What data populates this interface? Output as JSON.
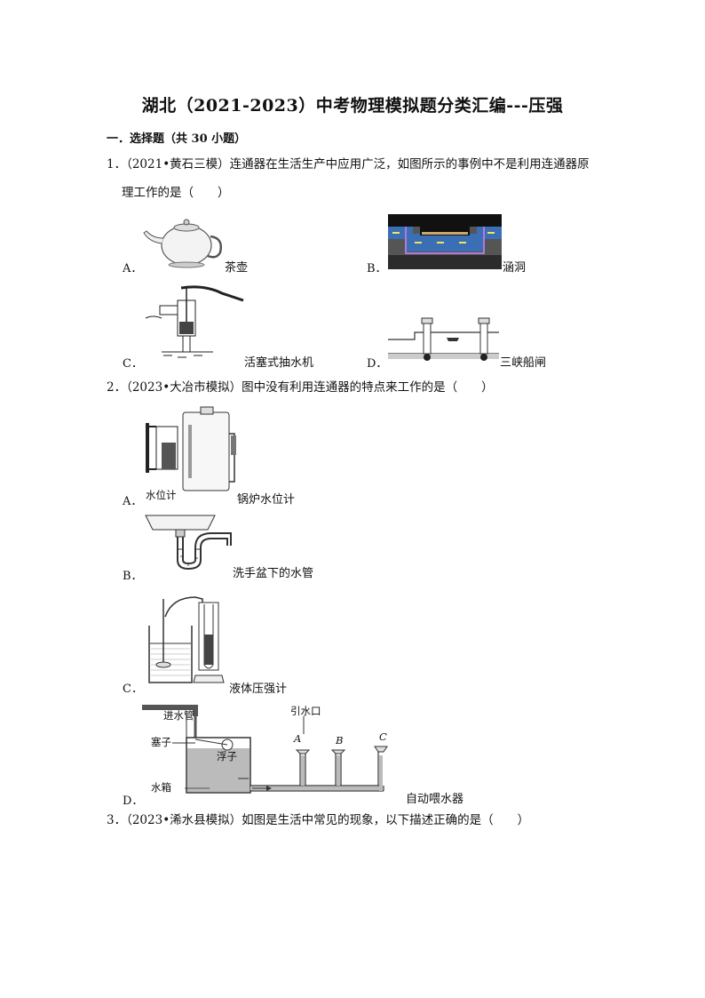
{
  "title": "湖北（2021-2023）中考物理模拟题分类汇编---压强",
  "section": "一．选择题（共 30 小题）",
  "q1": {
    "line1": "1．（2021•黄石三模）连通器在生活生产中应用广泛，如图所示的事例中不是利用连通器原",
    "line2": "理工作的是（　　）",
    "options": [
      {
        "letter": "A．",
        "caption": "茶壶"
      },
      {
        "letter": "B．",
        "caption": "涵洞"
      },
      {
        "letter": "C．",
        "caption": "活塞式抽水机"
      },
      {
        "letter": "D．",
        "caption": "三峡船闸"
      }
    ]
  },
  "q2": {
    "line1": "2．（2023•大冶市模拟）图中没有利用连通器的特点来工作的是（　　）",
    "options": [
      {
        "letter": "A．",
        "caption": "锅炉水位计",
        "label": "水位计"
      },
      {
        "letter": "B．",
        "caption": "洗手盆下的水管"
      },
      {
        "letter": "C．",
        "caption": "液体压强计"
      },
      {
        "letter": "D．",
        "caption": "自动喂水器"
      }
    ],
    "feeder_labels": {
      "inlet": "进水管",
      "plug": "塞子",
      "float": "浮子",
      "tank": "水箱",
      "outlet": "引水口",
      "a": "A",
      "b": "B",
      "c": "C"
    }
  },
  "q3": {
    "line1": "3．（2023•浠水县模拟）如图是生活中常见的现象，以下描述正确的是（　　）"
  }
}
